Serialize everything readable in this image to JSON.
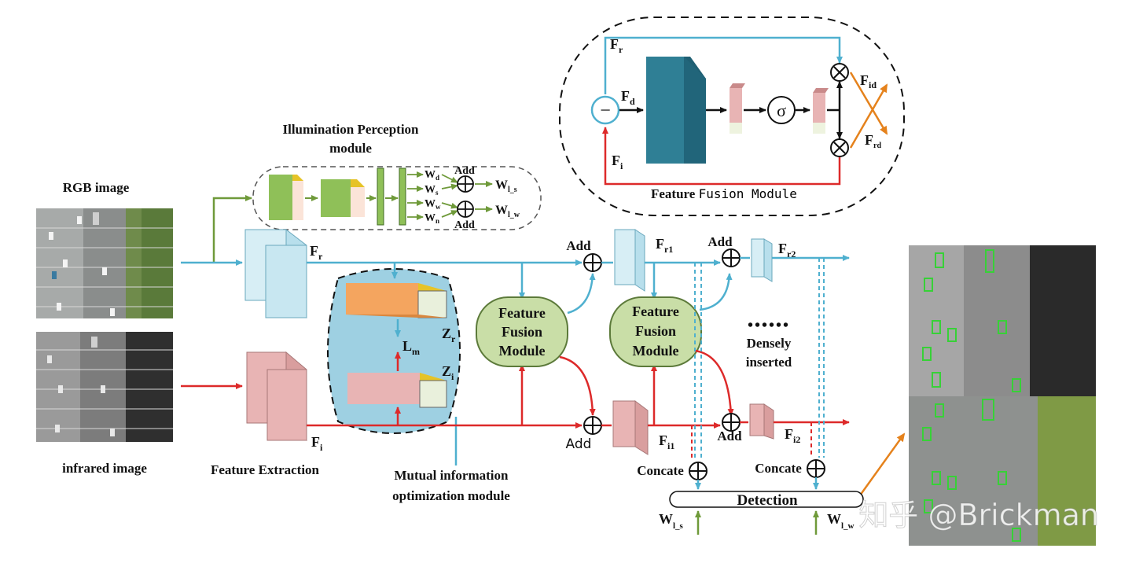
{
  "labels": {
    "rgb_image": "RGB image",
    "infrared_image": "infrared image",
    "feature_extraction": "Feature Extraction",
    "mutual_info_line1": "Mutual information",
    "mutual_info_line2": "optimization module",
    "illum_line1": "Illumination Perception",
    "illum_line2": "module",
    "ffm_top_bold": "Feature",
    "ffm_top_mono": "Fusion Module",
    "ffm1": [
      "Feature",
      "Fusion",
      "Module"
    ],
    "ffm2": [
      "Feature",
      "Fusion",
      "Module"
    ],
    "densely_line1": "Densely",
    "densely_line2": "inserted",
    "dots": "••••••",
    "detection": "Detection",
    "add": "Add",
    "concate": "Concate",
    "watermark": "知乎 @Brickman"
  },
  "symbols": {
    "F": "F",
    "r": "r",
    "i": "i",
    "d": "d",
    "id": "id",
    "rd": "rd",
    "r1": "r1",
    "r2": "r2",
    "i1": "i1",
    "i2": "i2",
    "W": "W",
    "s": "s",
    "w": "w",
    "n": "n",
    "l_s": "l_s",
    "l_w": "l_w",
    "Z": "Z",
    "L": "L",
    "m": "m",
    "sigma": "σ",
    "minus": "−"
  },
  "colors": {
    "rgb_stream": "#4fb0cf",
    "ir_stream": "#dd2a2a",
    "illum": "#6f9a3a",
    "orange": "#e5821c",
    "ffm_fill": "#c9dea7",
    "ffm_stroke": "#5c7a3a",
    "mi_fill": "#9ed0e2",
    "rgb_block": "#d7eef5",
    "rgb_top": "#2f7f9a",
    "ir_block": "#e8b4b4",
    "ir_top": "#8b3434",
    "teal_block": "#2f7f95",
    "green_block": "#8fc058",
    "yellow_top": "#e6c327"
  }
}
